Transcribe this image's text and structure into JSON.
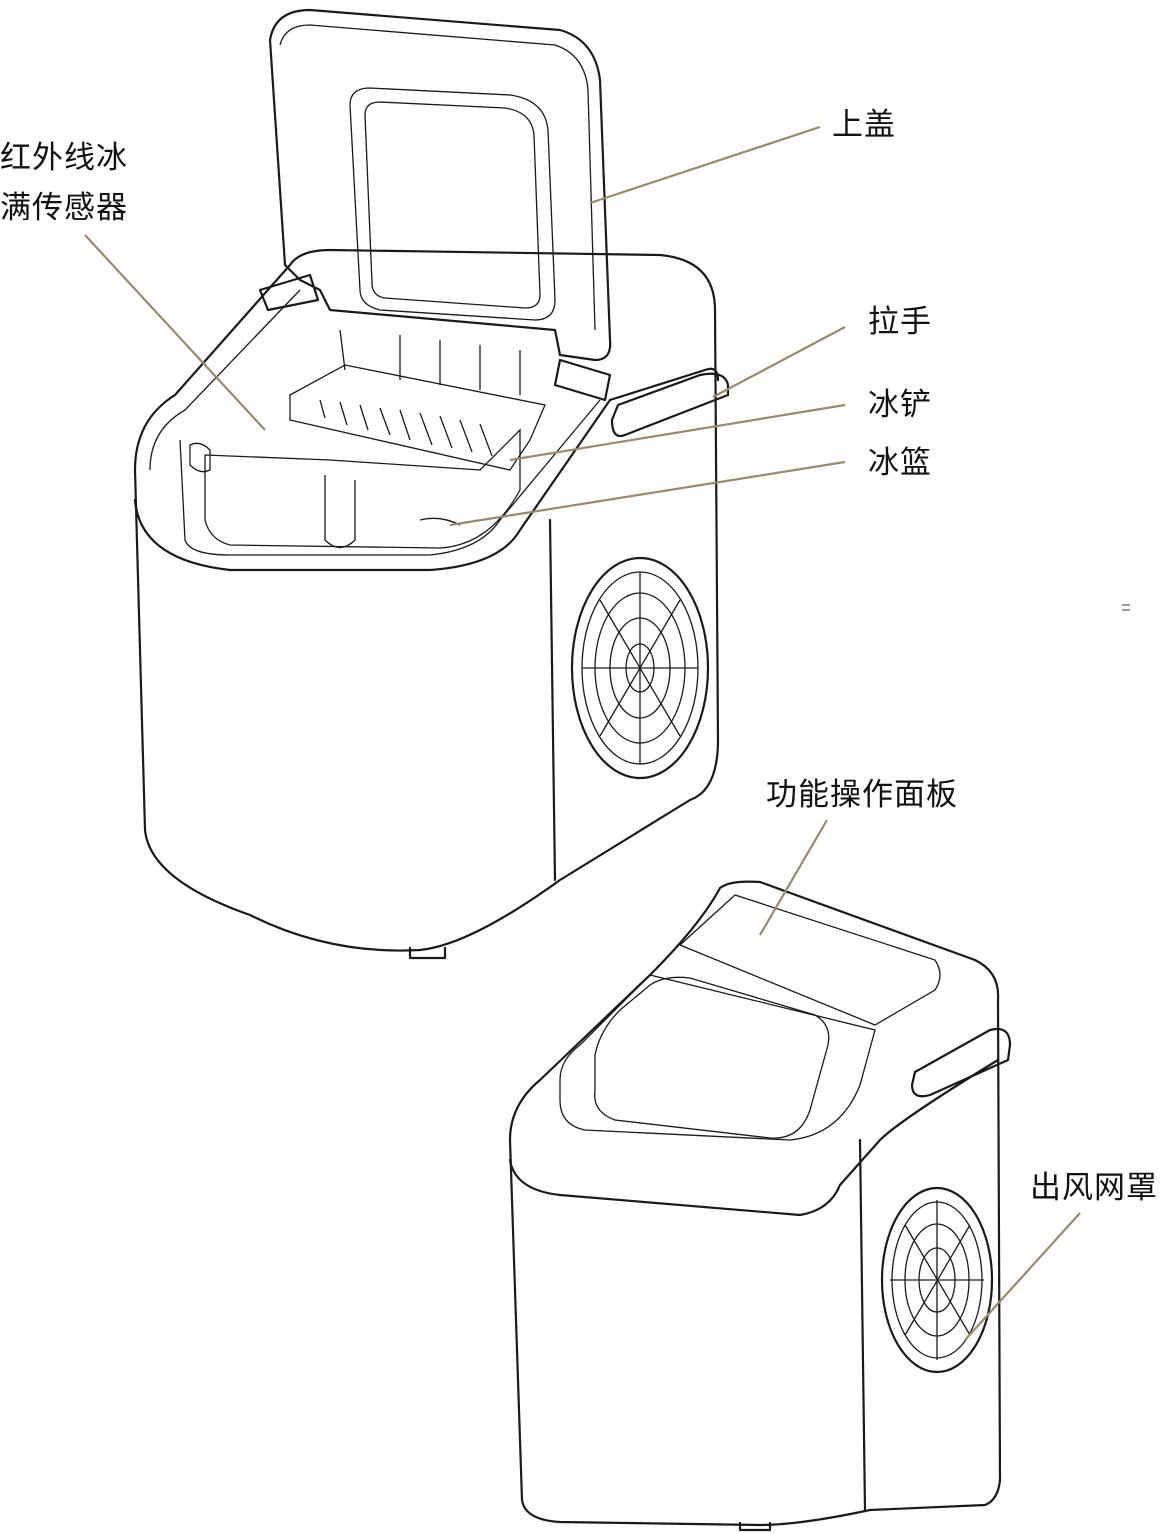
{
  "labels": {
    "top_lid": "上盖",
    "ir_sensor_line1": "红外线冰",
    "ir_sensor_line2": "满传感器",
    "handle": "拉手",
    "ice_scoop": "冰铲",
    "ice_basket": "冰篮",
    "control_panel": "功能操作面板",
    "air_vent_grille": "出风网罩"
  },
  "colors": {
    "leader_line": "#9a8a6a",
    "line_art": "#1a1a1a",
    "background": "#ffffff"
  }
}
